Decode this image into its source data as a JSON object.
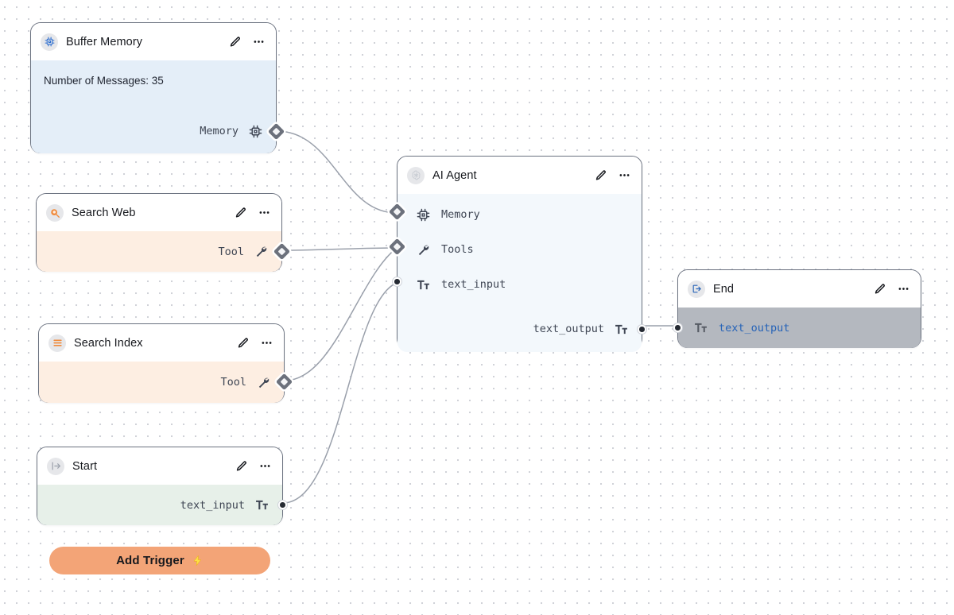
{
  "canvas": {
    "background_color": "#ffffff",
    "grid_dot_color": "#cfd2d8",
    "edge_color": "#9aa0ab"
  },
  "nodes": [
    {
      "id": "buffer-memory",
      "title": "Buffer Memory",
      "badge_icon": "cpu-chip-icon",
      "badge_color": "#2f6fd0",
      "body_color": "#e4eef8",
      "body_text": "Number of Messages: 35",
      "ports": [
        {
          "label": "Memory",
          "icon": "cpu-chip-icon",
          "side": "right",
          "handle": "diamond"
        }
      ]
    },
    {
      "id": "search-web",
      "title": "Search Web",
      "badge_icon": "web-search-icon",
      "badge_color": "#f08b3c",
      "body_color": "#fdeee2",
      "ports": [
        {
          "label": "Tool",
          "icon": "wrench-icon",
          "side": "right",
          "handle": "diamond"
        }
      ]
    },
    {
      "id": "search-index",
      "title": "Search Index",
      "badge_icon": "list-lines-icon",
      "badge_color": "#f08b3c",
      "body_color": "#fdeee2",
      "ports": [
        {
          "label": "Tool",
          "icon": "wrench-icon",
          "side": "right",
          "handle": "diamond"
        }
      ]
    },
    {
      "id": "start",
      "title": "Start",
      "badge_icon": "arrow-into-bracket-icon",
      "badge_color": "#9aa0ab",
      "body_color": "#e7f0e9",
      "ports": [
        {
          "label": "text_input",
          "icon": "text-format-icon",
          "side": "right",
          "handle": "dot"
        }
      ]
    },
    {
      "id": "ai-agent",
      "title": "AI Agent",
      "badge_icon": "openai-knot-icon",
      "badge_color": "#c8ccd3",
      "body_color": "#f3f8fc",
      "ports": [
        {
          "label": "Memory",
          "icon": "cpu-chip-icon",
          "side": "left",
          "handle": "diamond"
        },
        {
          "label": "Tools",
          "icon": "wrench-icon",
          "side": "left",
          "handle": "diamond"
        },
        {
          "label": "text_input",
          "icon": "text-format-icon",
          "side": "left",
          "handle": "dot"
        },
        {
          "label": "text_output",
          "icon": "text-format-icon",
          "side": "right",
          "handle": "dot"
        }
      ]
    },
    {
      "id": "end",
      "title": "End",
      "badge_icon": "exit-bracket-icon",
      "badge_color": "#2663b8",
      "body_color": "#b4b8bf",
      "ports": [
        {
          "label": "text_output",
          "icon": "text-format-icon",
          "side": "left",
          "handle": "dot",
          "label_color": "#2663b8"
        }
      ]
    }
  ],
  "header_actions": {
    "edit_icon": "pencil-icon",
    "more_icon": "ellipsis-icon"
  },
  "add_trigger": {
    "label": "Add Trigger",
    "icon": "lightning-bolt-icon",
    "color": "#f3a477"
  },
  "edges": [
    {
      "from": "buffer-memory.Memory",
      "to": "ai-agent.Memory"
    },
    {
      "from": "search-web.Tool",
      "to": "ai-agent.Tools"
    },
    {
      "from": "search-index.Tool",
      "to": "ai-agent.Tools"
    },
    {
      "from": "start.text_input",
      "to": "ai-agent.text_input"
    },
    {
      "from": "ai-agent.text_output",
      "to": "end.text_output"
    }
  ]
}
